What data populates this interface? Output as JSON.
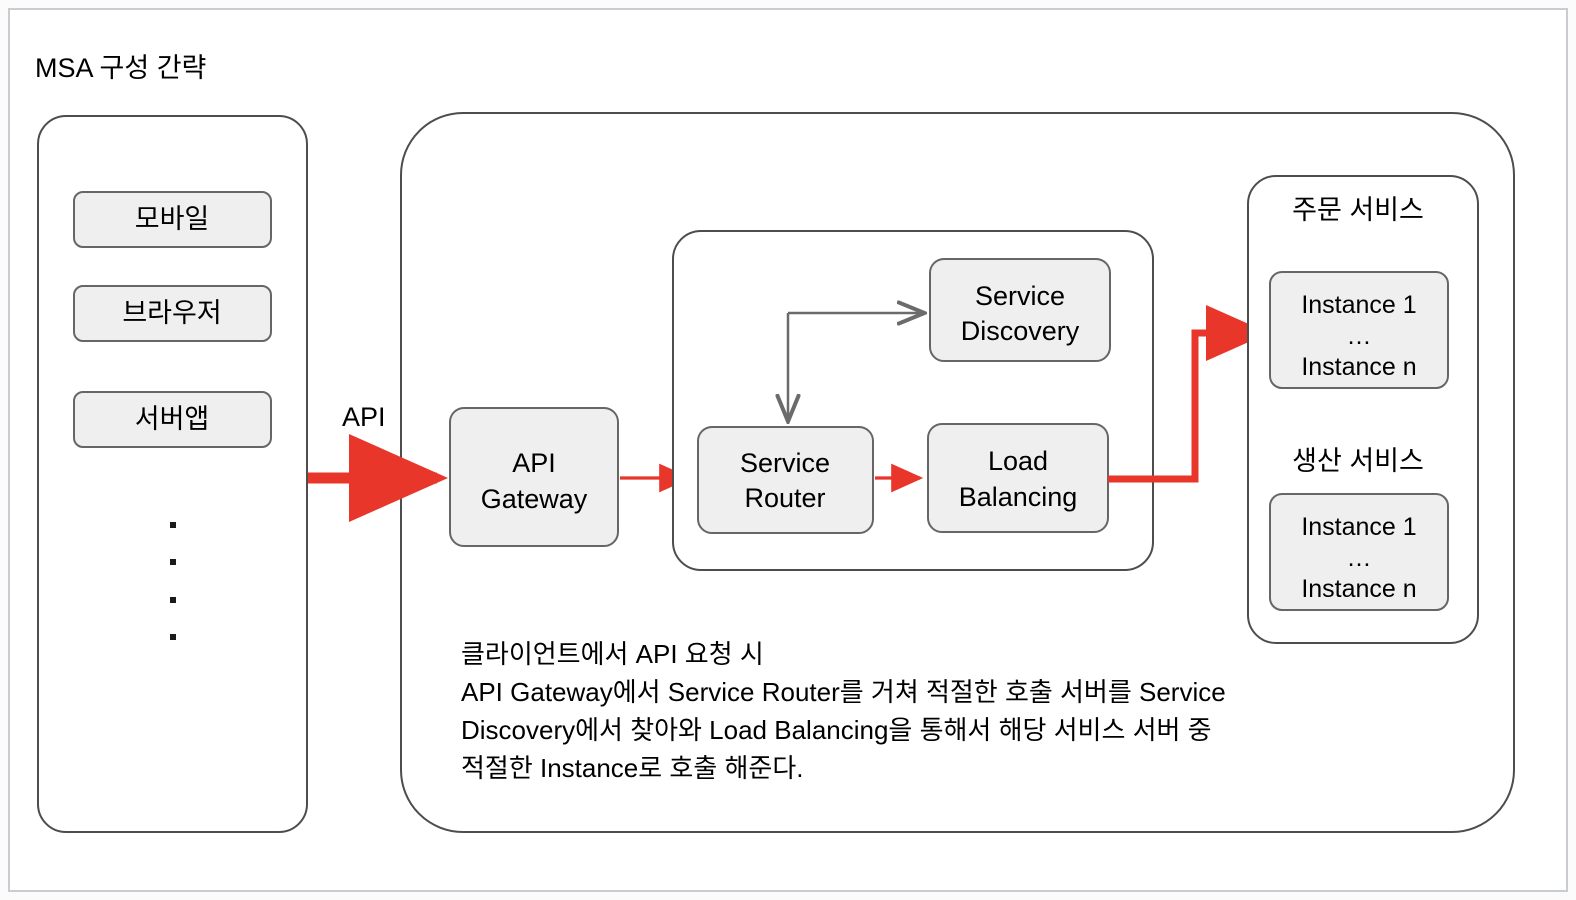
{
  "diagram": {
    "title": "MSA 구성 간략",
    "type": "architecture-diagram",
    "colors": {
      "flow_primary": "#e8362a",
      "flow_secondary": "#6b6b6b",
      "node_fill": "#efefef",
      "node_stroke": "#666666",
      "panel_stroke": "#4d4d4d",
      "background": "#ffffff"
    },
    "client_panel": {
      "name": "client-panel",
      "items": [
        {
          "label": "모바일"
        },
        {
          "label": "브라우저"
        },
        {
          "label": "서버앱"
        }
      ],
      "ellipsis_dots": 4
    },
    "api_label": "API",
    "gateway": {
      "line1": "API",
      "line2": "Gateway"
    },
    "router_panel": {
      "name": "service-router-panel",
      "nodes": [
        {
          "id": "service-discovery",
          "line1": "Service",
          "line2": "Discovery"
        },
        {
          "id": "service-router",
          "line1": "Service",
          "line2": "Router"
        },
        {
          "id": "load-balancing",
          "line1": "Load",
          "line2": "Balancing"
        }
      ]
    },
    "services_panel": {
      "name": "services-panel",
      "services": [
        {
          "id": "order-service",
          "title": "주문 서비스",
          "instances": [
            "Instance 1",
            "…",
            "Instance n"
          ]
        },
        {
          "id": "production-service",
          "title": "생산 서비스",
          "instances": [
            "Instance 1",
            "…",
            "Instance n"
          ]
        }
      ]
    },
    "description": {
      "name": "flow-description",
      "lines": [
        "클라이언트에서 API 요청 시",
        "API Gateway에서 Service Router를 거쳐 적절한 호출 서버를 Service",
        "Discovery에서 찾아와 Load Balancing을 통해서 해당 서비스 서버 중",
        "적절한 Instance로 호출 해준다."
      ]
    }
  }
}
